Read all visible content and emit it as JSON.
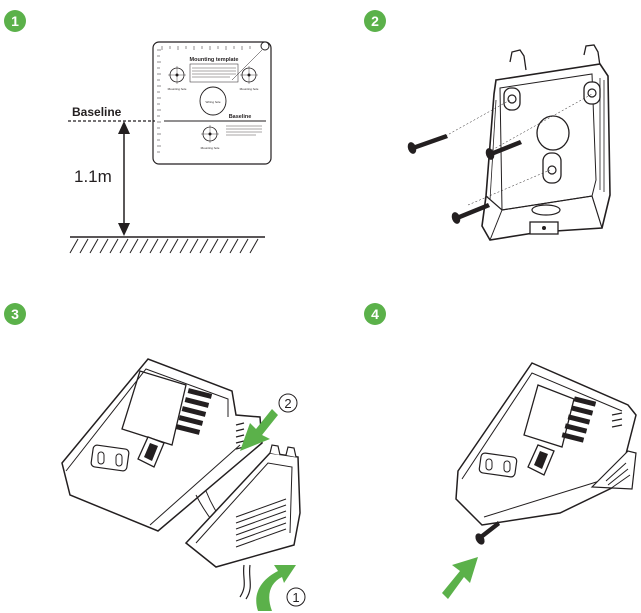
{
  "steps": [
    {
      "number": "1"
    },
    {
      "number": "2"
    },
    {
      "number": "3"
    },
    {
      "number": "4"
    }
  ],
  "step1": {
    "baseline_label": "Baseline",
    "height_label": "1.1m",
    "template_title": "Mounting template",
    "template_baseline": "Baseline",
    "template_hole_left": "Mounting hole",
    "template_hole_right": "Mounting hole",
    "template_hole_center": "Wiring hole",
    "template_hole_bottom": "Mounting hole"
  },
  "step3": {
    "callout_1": "1",
    "callout_2": "2"
  },
  "colors": {
    "badge": "#5bb14a",
    "arrow": "#5bb14a",
    "line": "#231f20"
  }
}
